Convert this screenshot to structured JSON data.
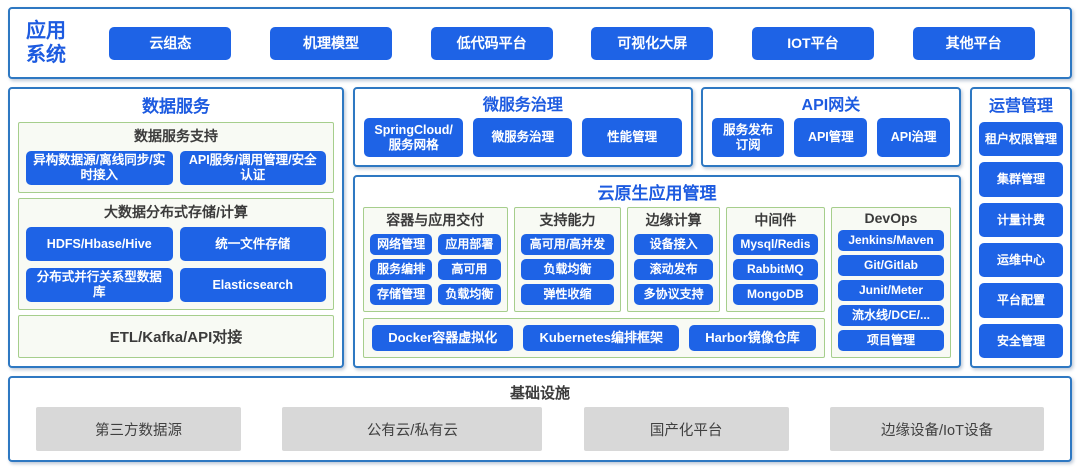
{
  "colors": {
    "button_blue": "#1E63E6",
    "title_blue": "#1D5BE0",
    "panel_border_blue": "#2E78C2",
    "group_border_green": "#A6CE8C",
    "group_bg": "#F8FAF4",
    "infra_gray": "#D8D8D8",
    "dark_text": "#3B3B3B"
  },
  "app_systems": {
    "label": "应用\n系统",
    "buttons": [
      "云组态",
      "机理模型",
      "低代码平台",
      "可视化大屏",
      "IOT平台",
      "其他平台"
    ]
  },
  "data_service": {
    "title": "数据服务",
    "groups": [
      {
        "title": "数据服务支持",
        "buttons": [
          "异构数据源/离线同步/实时接入",
          "API服务/调用管理/安全认证"
        ]
      },
      {
        "title": "大数据分布式存储/计算",
        "buttons": [
          "HDFS/Hbase/Hive",
          "统一文件存储",
          "分布式并行关系型数据库",
          "Elasticsearch"
        ]
      },
      {
        "title": "ETL/Kafka/API对接"
      }
    ]
  },
  "microservice": {
    "title": "微服务治理",
    "buttons": [
      "SpringCloud/服务网格",
      "微服务治理",
      "性能管理"
    ]
  },
  "api_gateway": {
    "title": "API网关",
    "buttons": [
      "服务发布订阅",
      "API管理",
      "API治理"
    ]
  },
  "cloud_native": {
    "title": "云原生应用管理",
    "columns": [
      {
        "title": "容器与应用交付",
        "buttons": [
          "网络管理",
          "应用部署",
          "服务编排",
          "高可用",
          "存储管理",
          "负载均衡"
        ]
      },
      {
        "title": "支持能力",
        "buttons": [
          "高可用/高并发",
          "负载均衡",
          "弹性收缩"
        ]
      },
      {
        "title": "边缘计算",
        "buttons": [
          "设备接入",
          "滚动发布",
          "多协议支持"
        ]
      },
      {
        "title": "中间件",
        "buttons": [
          "Mysql/Redis",
          "RabbitMQ",
          "MongoDB"
        ]
      },
      {
        "title": "DevOps",
        "buttons": [
          "Jenkins/Maven",
          "Git/Gitlab",
          "Junit/Meter",
          "流水线/DCE/...",
          "项目管理"
        ]
      }
    ],
    "bottom_buttons": [
      "Docker容器虚拟化",
      "Kubernetes编排框架",
      "Harbor镜像仓库"
    ]
  },
  "operations": {
    "title": "运营管理",
    "buttons": [
      "租户权限管理",
      "集群管理",
      "计量计费",
      "运维中心",
      "平台配置",
      "安全管理"
    ]
  },
  "infrastructure": {
    "title": "基础设施",
    "items": [
      "第三方数据源",
      "公有云/私有云",
      "国产化平台",
      "边缘设备/IoT设备"
    ]
  }
}
